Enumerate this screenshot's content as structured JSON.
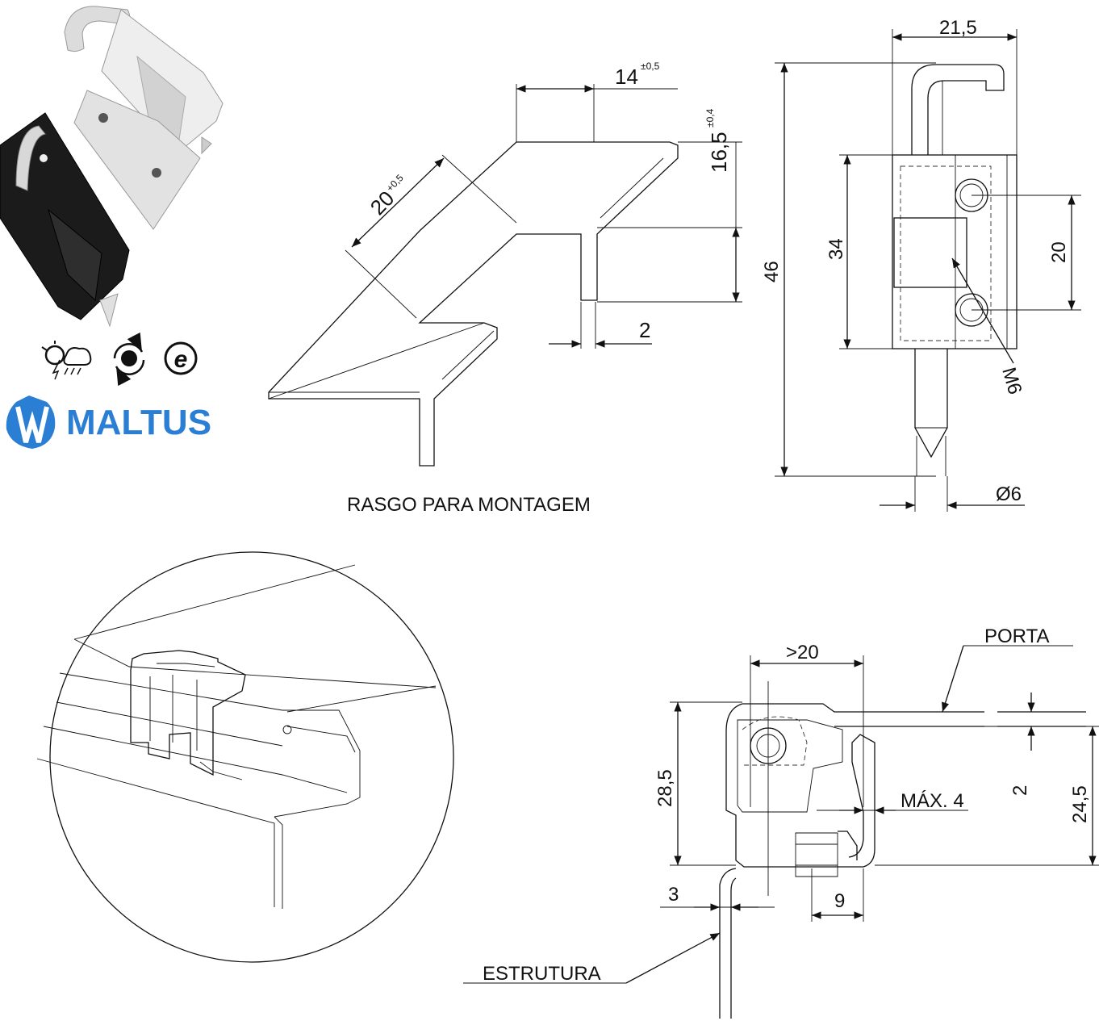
{
  "brand": {
    "name": "MALTUS",
    "color": "#2a7fd4"
  },
  "icons": [
    "weather-resistant-icon",
    "rotation-icon",
    "e-mark-icon"
  ],
  "drawing_slot": {
    "caption": "RASGO PARA MONTAGEM",
    "dim_width": "14",
    "dim_width_tol": "±0,5",
    "dim_height": "16,5",
    "dim_height_tol": "±0,4",
    "dim_diag": "20",
    "dim_diag_tol": "+0,5",
    "dim_thick": "2"
  },
  "drawing_front": {
    "dim_top": "21,5",
    "dim_total": "46",
    "dim_body": "34",
    "dim_holes": "20",
    "dim_thread": "M6",
    "dim_pin": "Ø6"
  },
  "drawing_section": {
    "label_door": "PORTA",
    "label_frame": "ESTRUTURA",
    "dim_gap": ">20",
    "dim_height": "28,5",
    "dim_right": "24,5",
    "dim_thick": "2",
    "dim_max": "MÁX. 4",
    "dim_frame": "3",
    "dim_offset": "9"
  },
  "colors": {
    "hinge_light": "#e6e6e6",
    "hinge_dark": "#1a1a1a",
    "line": "#111111"
  }
}
